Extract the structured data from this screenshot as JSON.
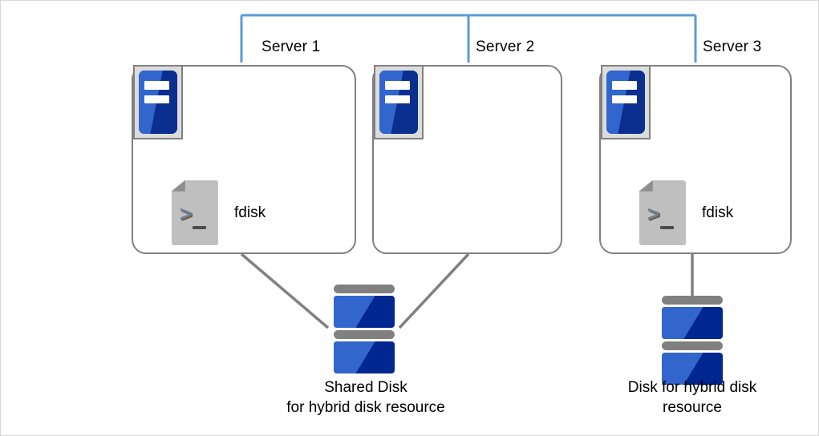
{
  "diagram": {
    "title": "Hybrid disk resource configuration",
    "background_color": "#ffffff",
    "frame_border_color": "#d8d8d8",
    "network_line_color": "#5b9bd5",
    "connector_line_color": "#808080",
    "box_border_color": "#808080",
    "icon_blue_light": "#3266cc",
    "icon_blue_dark": "#00268f",
    "icon_gray": "#bfbfbf"
  },
  "network": {
    "name": "interconnect-bracket",
    "color": "#5b9bd5"
  },
  "servers": [
    {
      "id": "server-1",
      "label": "Server 1",
      "has_fdisk": true,
      "fdisk_label": "fdisk",
      "icon": "server-icon"
    },
    {
      "id": "server-2",
      "label": "Server 2",
      "has_fdisk": false,
      "fdisk_label": "",
      "icon": "server-icon"
    },
    {
      "id": "server-3",
      "label": "Server 3",
      "has_fdisk": true,
      "fdisk_label": "fdisk",
      "icon": "server-icon"
    }
  ],
  "disks": [
    {
      "id": "shared-disk",
      "caption": "Shared Disk\nfor hybrid disk resource",
      "icon": "disk-icon",
      "connected_servers": [
        "Server 1",
        "Server 2"
      ]
    },
    {
      "id": "hybrid-disk",
      "caption": "Disk for hybrid disk\nresource",
      "icon": "disk-icon",
      "connected_servers": [
        "Server 3"
      ]
    }
  ]
}
